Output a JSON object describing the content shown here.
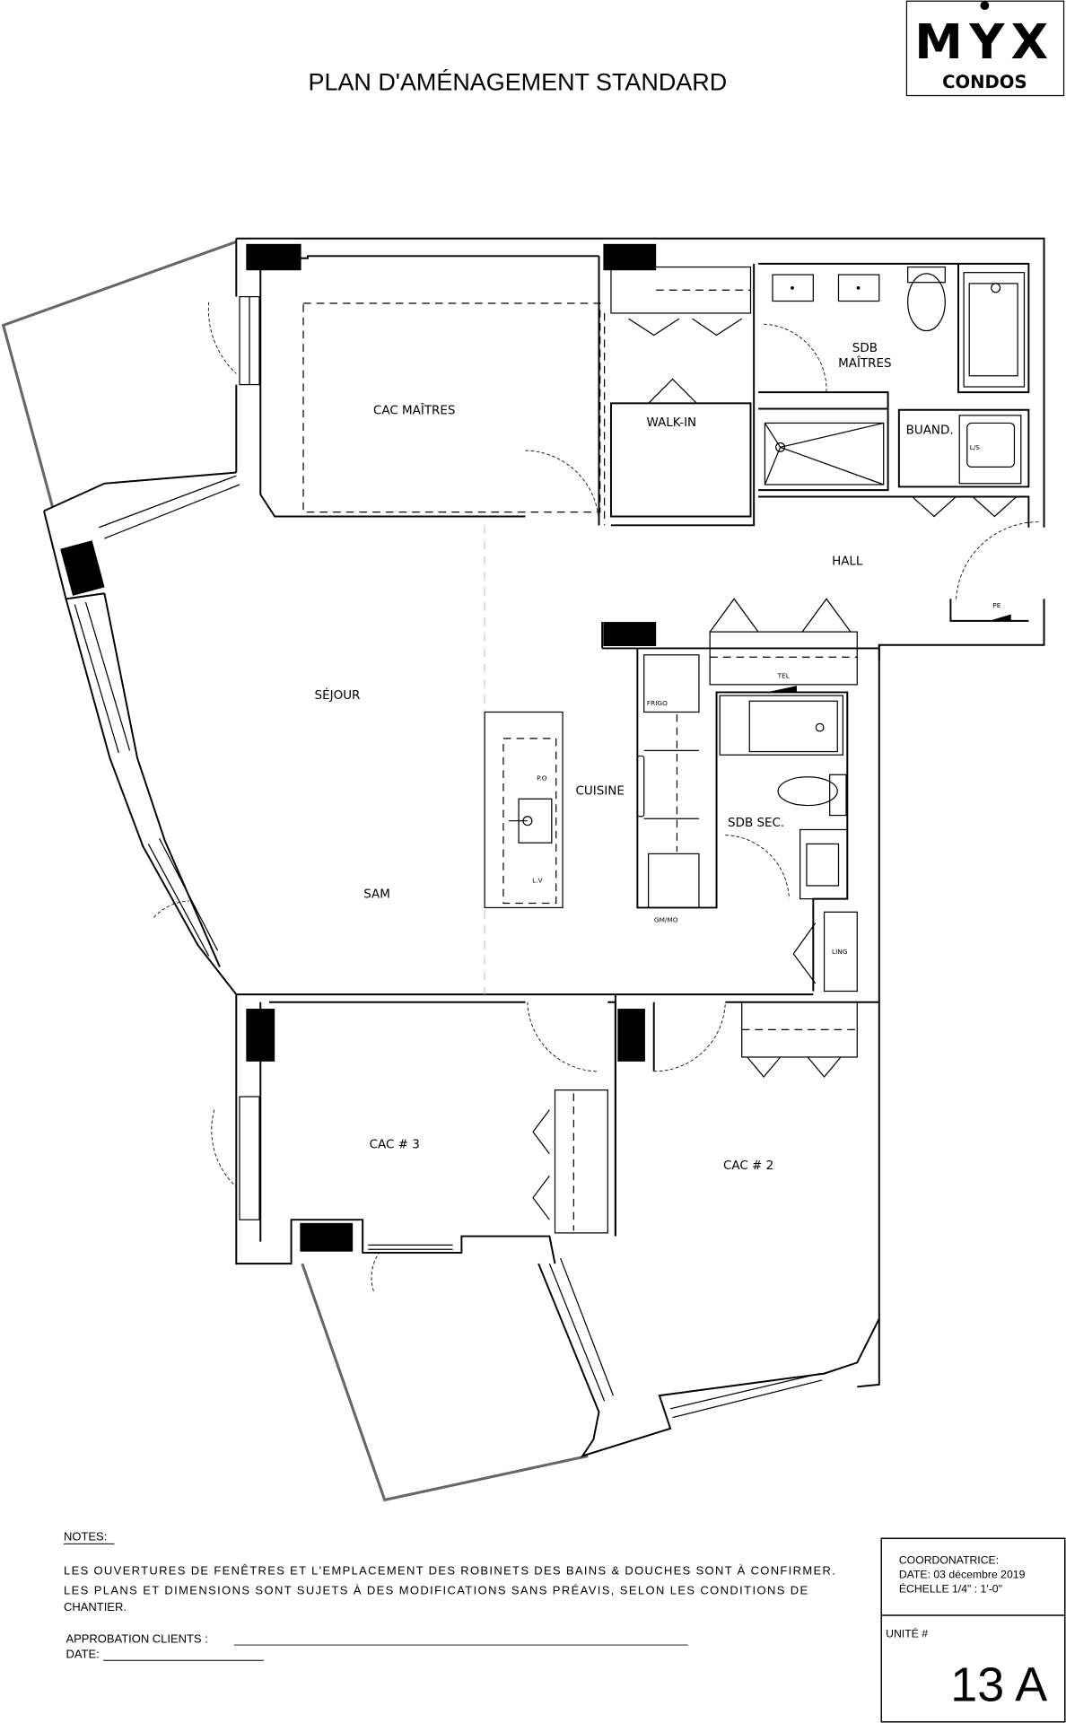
{
  "header": {
    "title": "PLAN D'AMÉNAGEMENT STANDARD",
    "logo": {
      "main": "MYX",
      "sub": "CONDOS"
    }
  },
  "plan": {
    "rooms": {
      "cac_maitres": "CAC MAÎTRES",
      "walk_in": "WALK-IN",
      "sdb_maitres_1": "SDB",
      "sdb_maitres_2": "MAÎTRES",
      "buand": "BUAND.",
      "hall": "HALL",
      "sejour": "SÉJOUR",
      "cuisine": "CUISINE",
      "sdb_sec": "SDB SEC.",
      "sam": "SAM",
      "cac3": "CAC # 3",
      "cac2": "CAC # 2"
    },
    "fixtures": {
      "po": "P.O",
      "lv": "L.V",
      "frigo": "FRIGO",
      "gmmo": "GM/MO",
      "tel": "TEL",
      "pe": "PE",
      "ling": "LING",
      "ls": "L/S"
    }
  },
  "notes": {
    "heading": "NOTES:",
    "line1": "LES OUVERTURES DE FENÊTRES ET L'EMPLACEMENT DES ROBINETS DES BAINS & DOUCHES SONT À CONFIRMER.",
    "line2": "LES PLANS ET DIMENSIONS SONT SUJETS À DES MODIFICATIONS SANS PRÉAVIS, SELON LES  CONDITIONS DE",
    "line3": "CHANTIER.",
    "approval": "APPROBATION CLIENTS :",
    "date": "DATE:"
  },
  "title_block": {
    "coordinator": "COORDONATRICE:",
    "date": "DATE: 03 décembre 2019",
    "scale": "ÉCHELLE 1/4\" : 1'-0\"",
    "unit_label": "UNITÉ #",
    "unit": "13 A"
  }
}
